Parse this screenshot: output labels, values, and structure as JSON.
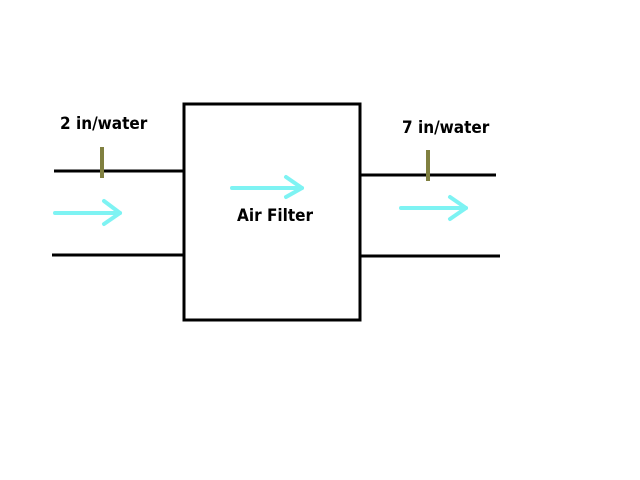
{
  "diagram": {
    "inlet_pressure_label": "2 in/water",
    "outlet_pressure_label": "7 in/water",
    "filter_label": "Air Filter"
  },
  "colors": {
    "line": "#000000",
    "flow_arrow": "#7ef3f3",
    "pressure_tap": "#808040",
    "background": "#ffffff"
  },
  "icons": {
    "flow": "right-arrow-icon",
    "gauge": "pressure-tap-icon"
  }
}
